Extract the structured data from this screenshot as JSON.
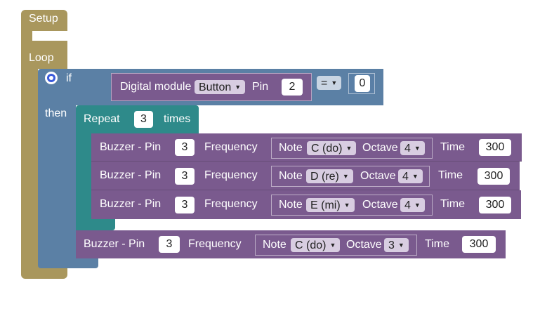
{
  "colors": {
    "setup_loop": "#a9975d",
    "if_block": "#5b80a5",
    "logic_compare": "#5a7fa6",
    "repeat": "#2e8a8a",
    "buzzer": "#7a5a8e",
    "note": "#7a5a8e",
    "digital_module": "#7a5a8e"
  },
  "setup": {
    "label": "Setup"
  },
  "loop": {
    "label": "Loop"
  },
  "if_block": {
    "if_label": "if",
    "then_label": "then",
    "gear_icon": "gear-icon"
  },
  "digital_module": {
    "label": "Digital module",
    "type": "Button",
    "pin_label": "Pin",
    "pin": "2"
  },
  "compare": {
    "op": "=",
    "value": "0"
  },
  "repeat": {
    "label": "Repeat",
    "count": "3",
    "times_label": "times"
  },
  "buzzers": [
    {
      "label": "Buzzer - Pin",
      "pin": "3",
      "freq_label": "Frequency",
      "note_label": "Note",
      "note": "C (do)",
      "octave_label": "Octave",
      "octave": "4",
      "time_label": "Time",
      "time": "300"
    },
    {
      "label": "Buzzer - Pin",
      "pin": "3",
      "freq_label": "Frequency",
      "note_label": "Note",
      "note": "D (re)",
      "octave_label": "Octave",
      "octave": "4",
      "time_label": "Time",
      "time": "300"
    },
    {
      "label": "Buzzer - Pin",
      "pin": "3",
      "freq_label": "Frequency",
      "note_label": "Note",
      "note": "E (mi)",
      "octave_label": "Octave",
      "octave": "4",
      "time_label": "Time",
      "time": "300"
    },
    {
      "label": "Buzzer - Pin",
      "pin": "3",
      "freq_label": "Frequency",
      "note_label": "Note",
      "note": "C (do)",
      "octave_label": "Octave",
      "octave": "3",
      "time_label": "Time",
      "time": "300"
    }
  ]
}
